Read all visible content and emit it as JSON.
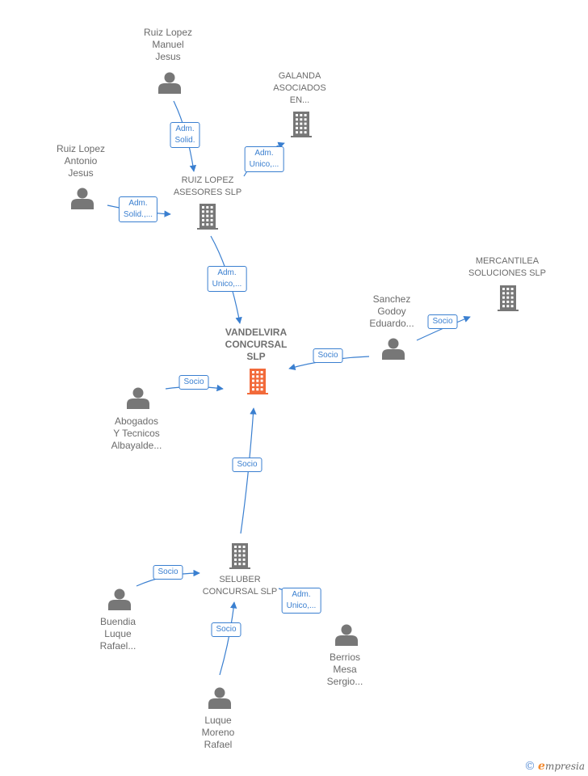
{
  "colors": {
    "edge": "#3a7fd0",
    "icon": "#777777",
    "center_icon": "#f26a3a",
    "label": "#6b6b6b"
  },
  "nodes": [
    {
      "id": "ruiz_manuel",
      "type": "person",
      "lines": [
        "Ruiz Lopez",
        "Manuel",
        "Jesus"
      ]
    },
    {
      "id": "galanda",
      "type": "company",
      "lines": [
        "GALANDA",
        "ASOCIADOS",
        "EN..."
      ]
    },
    {
      "id": "ruiz_antonio",
      "type": "person",
      "lines": [
        "Ruiz Lopez",
        "Antonio",
        "Jesus"
      ]
    },
    {
      "id": "ruiz_asesores",
      "type": "company",
      "lines": [
        "RUIZ LOPEZ",
        "ASESORES SLP"
      ]
    },
    {
      "id": "mercantilea",
      "type": "company",
      "lines": [
        "MERCANTILEA",
        "SOLUCIONES SLP"
      ]
    },
    {
      "id": "sanchez",
      "type": "person",
      "lines": [
        "Sanchez",
        "Godoy",
        "Eduardo..."
      ]
    },
    {
      "id": "vandelvira",
      "type": "company",
      "center": true,
      "lines": [
        "VANDELVIRA",
        "CONCURSAL",
        "SLP"
      ]
    },
    {
      "id": "abogados",
      "type": "person",
      "lines": [
        "Abogados",
        "Y Tecnicos",
        "Albayalde..."
      ]
    },
    {
      "id": "seluber",
      "type": "company",
      "lines": [
        "SELUBER",
        "CONCURSAL SLP"
      ]
    },
    {
      "id": "buendia",
      "type": "person",
      "lines": [
        "Buendia",
        "Luque",
        "Rafael..."
      ]
    },
    {
      "id": "berrios",
      "type": "person",
      "lines": [
        "Berrios",
        "Mesa",
        "Sergio..."
      ]
    },
    {
      "id": "luque",
      "type": "person",
      "lines": [
        "Luque",
        "Moreno",
        "Rafael"
      ]
    }
  ],
  "edges": [
    {
      "from": "ruiz_manuel",
      "to": "ruiz_asesores",
      "label": [
        "Adm.",
        "Solid."
      ]
    },
    {
      "from": "ruiz_asesores",
      "to": "galanda",
      "label": [
        "Adm.",
        "Unico,..."
      ]
    },
    {
      "from": "ruiz_antonio",
      "to": "ruiz_asesores",
      "label": [
        "Adm.",
        "Solid.,..."
      ]
    },
    {
      "from": "ruiz_asesores",
      "to": "vandelvira",
      "label": [
        "Adm.",
        "Unico,..."
      ]
    },
    {
      "from": "sanchez",
      "to": "mercantilea",
      "label": [
        "Socio"
      ]
    },
    {
      "from": "sanchez",
      "to": "vandelvira",
      "label": [
        "Socio"
      ]
    },
    {
      "from": "abogados",
      "to": "vandelvira",
      "label": [
        "Socio"
      ]
    },
    {
      "from": "seluber",
      "to": "vandelvira",
      "label": [
        "Socio"
      ]
    },
    {
      "from": "buendia",
      "to": "seluber",
      "label": [
        "Socio"
      ]
    },
    {
      "from": "seluber",
      "to": "berrios",
      "label": [
        "Adm.",
        "Unico,..."
      ]
    },
    {
      "from": "luque",
      "to": "seluber",
      "label": [
        "Socio"
      ]
    }
  ],
  "brand": {
    "copyright": "©",
    "initial": "e",
    "name": "mpresia"
  }
}
